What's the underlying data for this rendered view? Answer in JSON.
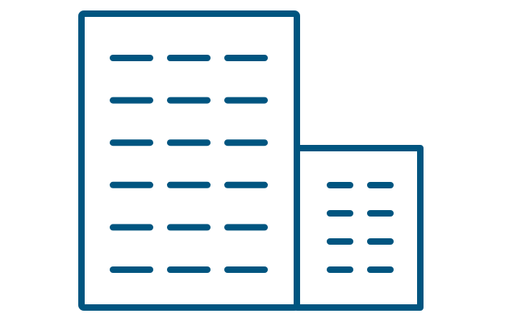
{
  "icon": {
    "name": "office-buildings-icon",
    "stroke_color": "#005580",
    "background_color": "#ffffff",
    "tall_building": {
      "floors": 6,
      "windows_per_floor": 3
    },
    "short_building": {
      "floors": 4,
      "windows_per_floor": 2
    }
  }
}
